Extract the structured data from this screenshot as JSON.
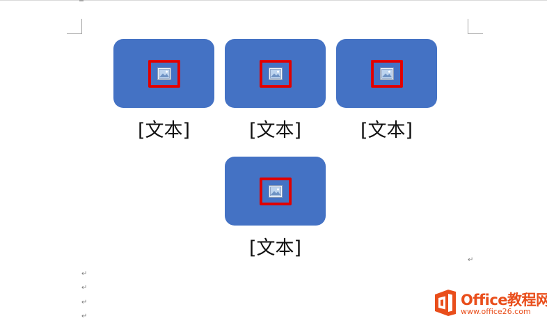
{
  "diagram": {
    "nodes": [
      {
        "label": "[文本]",
        "placeholder_icon": "picture-placeholder-icon"
      },
      {
        "label": "[文本]",
        "placeholder_icon": "picture-placeholder-icon"
      },
      {
        "label": "[文本]",
        "placeholder_icon": "picture-placeholder-icon"
      },
      {
        "label": "[文本]",
        "placeholder_icon": "picture-placeholder-icon"
      }
    ],
    "colors": {
      "card_fill": "#4472c4",
      "highlight_border": "#e00000"
    }
  },
  "paragraph_marks": [
    "↵",
    "↵",
    "↵",
    "↵",
    "↵"
  ],
  "watermark": {
    "title": "Office教程网",
    "url": "www.office26.com",
    "brand_color": "#e94e1b"
  }
}
